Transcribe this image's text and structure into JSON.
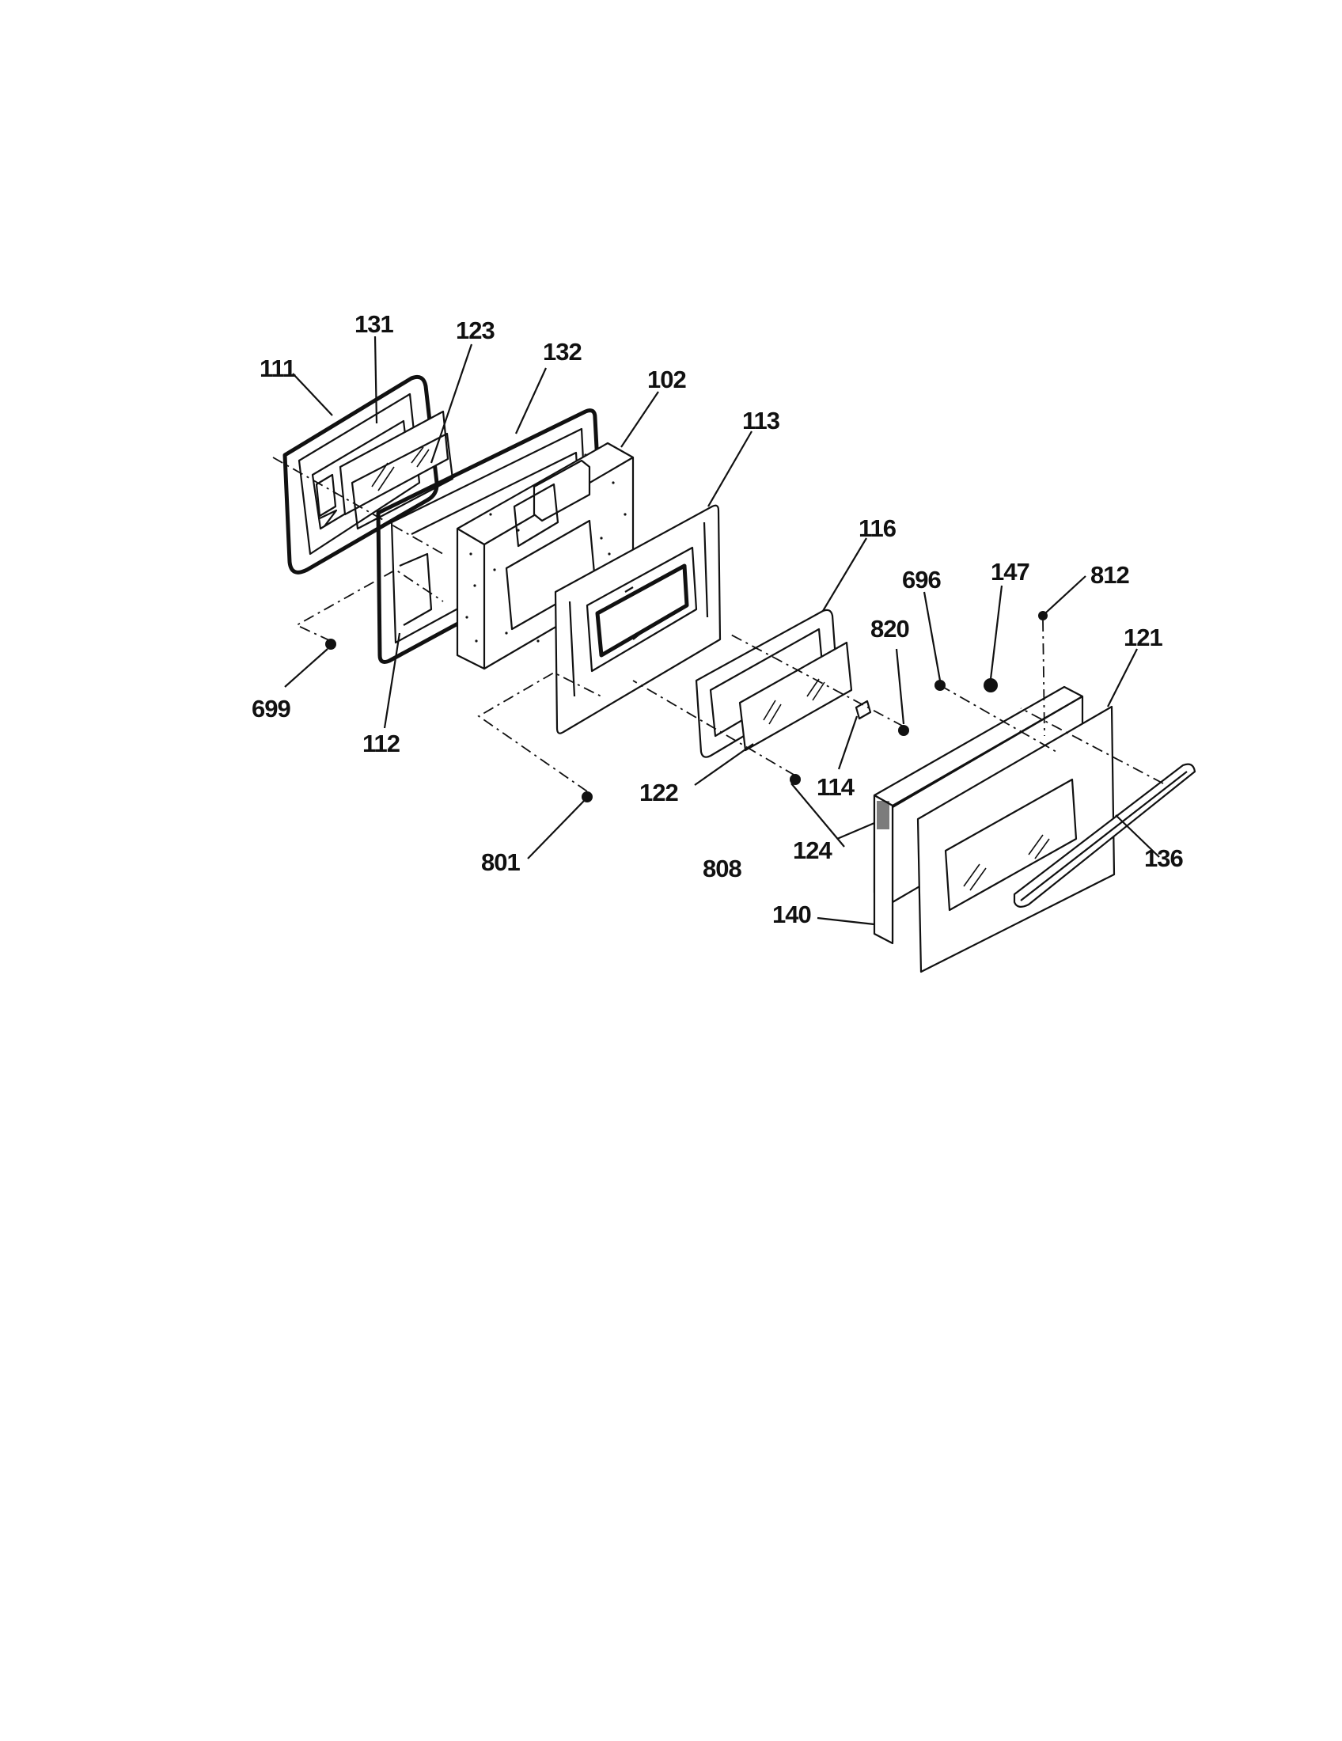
{
  "diagram": {
    "callouts": [
      {
        "id": "111",
        "label": "111"
      },
      {
        "id": "131",
        "label": "131"
      },
      {
        "id": "123",
        "label": "123"
      },
      {
        "id": "132",
        "label": "132"
      },
      {
        "id": "102",
        "label": "102"
      },
      {
        "id": "113",
        "label": "113"
      },
      {
        "id": "116",
        "label": "116"
      },
      {
        "id": "696",
        "label": "696"
      },
      {
        "id": "147",
        "label": "147"
      },
      {
        "id": "812",
        "label": "812"
      },
      {
        "id": "820",
        "label": "820"
      },
      {
        "id": "121",
        "label": "121"
      },
      {
        "id": "699",
        "label": "699"
      },
      {
        "id": "112",
        "label": "112"
      },
      {
        "id": "122",
        "label": "122"
      },
      {
        "id": "114",
        "label": "114"
      },
      {
        "id": "801",
        "label": "801"
      },
      {
        "id": "124",
        "label": "124"
      },
      {
        "id": "808",
        "label": "808"
      },
      {
        "id": "136",
        "label": "136"
      },
      {
        "id": "140",
        "label": "140"
      }
    ]
  }
}
